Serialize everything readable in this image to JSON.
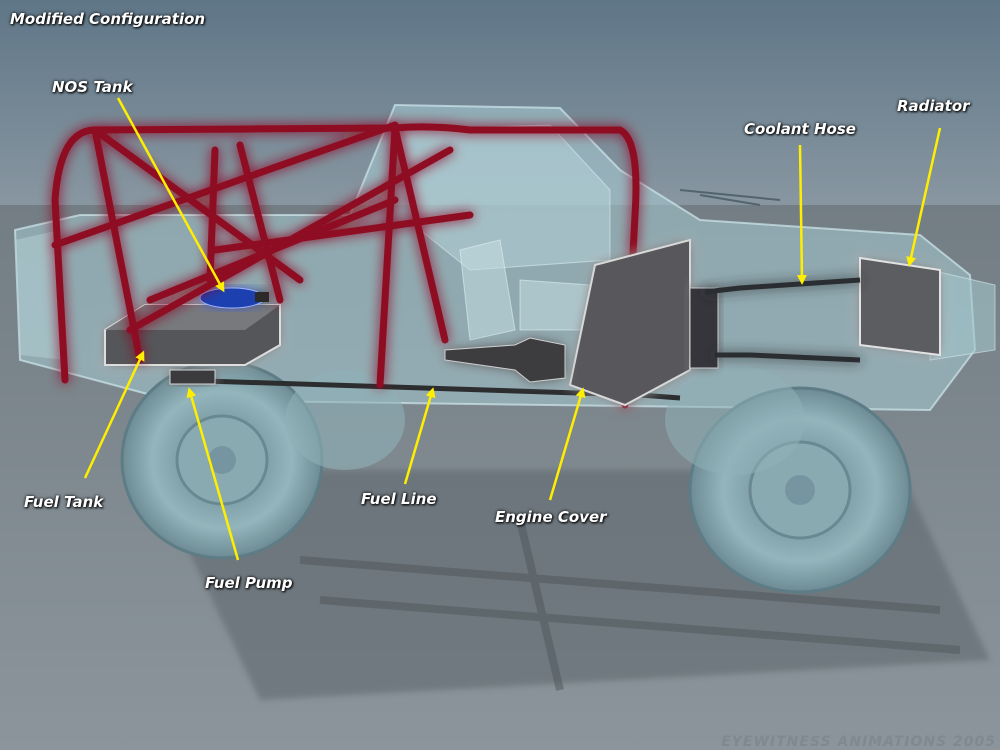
{
  "title": "Modified Configuration",
  "labels": {
    "nos_tank": "NOS Tank",
    "coolant_hose": "Coolant Hose",
    "radiator": "Radiator",
    "fuel_tank": "Fuel Tank",
    "fuel_line": "Fuel Line",
    "engine_cover": "Engine Cover",
    "fuel_pump": "Fuel Pump"
  },
  "watermark": "EYEWITNESS ANIMATIONS 2005",
  "colors": {
    "roll_cage": "#8e1022",
    "leader_arrow": "#ffee00",
    "truck_body": "#9fc6cc",
    "nos_tank": "#1d3fb0",
    "ground": "#7d8a94"
  }
}
